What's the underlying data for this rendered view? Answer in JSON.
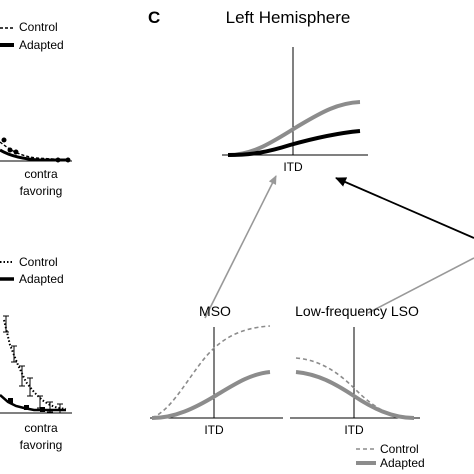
{
  "panel_c": {
    "letter": "C",
    "title": "Left Hemisphere",
    "top_axis_label": "ITD",
    "mso_label": "MSO",
    "lso_label": "Low-frequency LSO",
    "mso_axis_label": "ITD",
    "lso_axis_label": "ITD",
    "legend": {
      "control": "Control",
      "adapted": "Adapted"
    }
  },
  "panel_a_partial": {
    "legend": {
      "control": "Control",
      "adapted": "Adapted"
    },
    "axis_label_line1": "contra",
    "axis_label_line2": "favoring"
  },
  "panel_b_partial": {
    "legend": {
      "control": "Control",
      "adapted": "Adapted"
    },
    "axis_label_line1": "contra",
    "axis_label_line2": "favoring"
  },
  "colors": {
    "gray": "#8c8c8c",
    "black": "#000000",
    "arrow_gray": "#999999"
  }
}
